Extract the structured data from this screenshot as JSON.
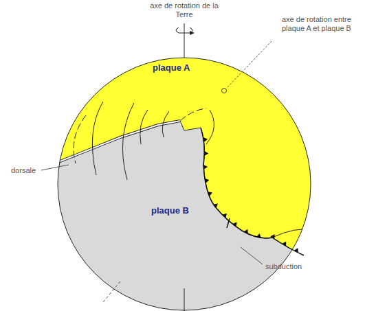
{
  "diagram": {
    "labels": [
      "axe de rotation de la Terre",
      "axe de rotation entre plaque A et plaque B",
      "plaque A",
      "plaque B",
      "dorsale",
      "subduction"
    ]
  }
}
